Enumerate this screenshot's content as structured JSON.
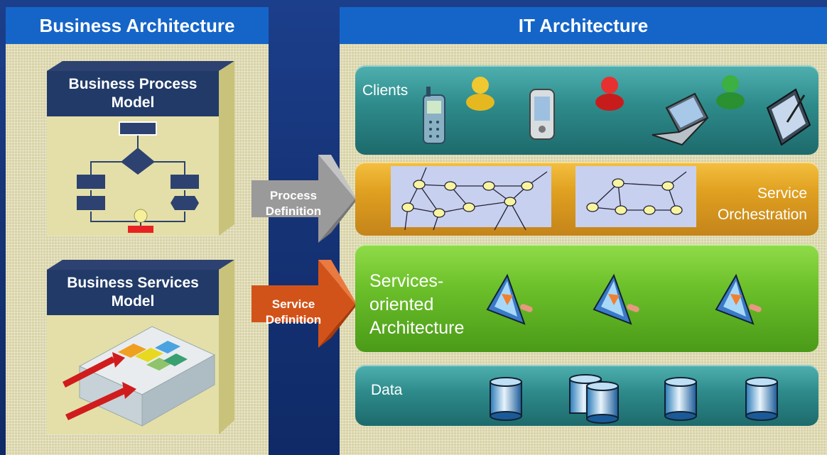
{
  "business": {
    "header": "Business Architecture",
    "process_model_title": "Business Process Model",
    "services_model_title": "Business Services Model"
  },
  "it": {
    "header": "IT Architecture",
    "clients_label": "Clients",
    "orchestration_label_1": "Service",
    "orchestration_label_2": "Orchestration",
    "soa_label_1": "Services-",
    "soa_label_2": "oriented",
    "soa_label_3": "Architecture",
    "data_label": "Data"
  },
  "arrows": {
    "process_1": "Process",
    "process_2": "Definition",
    "service_1": "Service",
    "service_2": "Definition"
  },
  "colors": {
    "header_blue": "#1565c8",
    "clients_band": "#2e8a8a",
    "orchestration_band": "#e0a020",
    "soa_band": "#6cc02a",
    "data_band": "#2e8a8a",
    "process_arrow": "#9a9a9a",
    "service_arrow": "#d2531a"
  }
}
